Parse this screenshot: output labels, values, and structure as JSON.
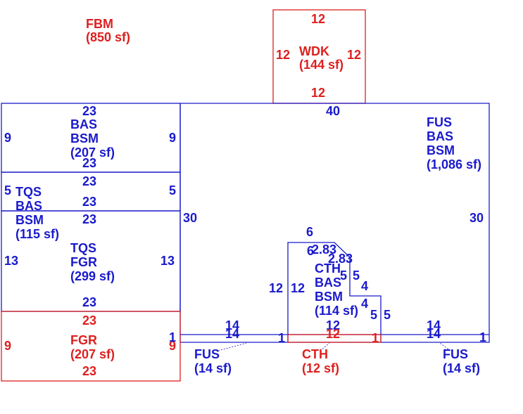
{
  "colors": {
    "blue": "#1a1acc",
    "red": "#dd2020",
    "background": "#ffffff"
  },
  "areas": {
    "fbm": {
      "code": "FBM",
      "area": "(850 sf)"
    },
    "wdk": {
      "code": "WDK",
      "area": "(144 sf)"
    },
    "bas_upper": {
      "code1": "BAS",
      "code2": "BSM",
      "area": "(207 sf)"
    },
    "tqs_bas": {
      "code1": "TQS",
      "code2": "BAS",
      "code3": "BSM",
      "area": "(115 sf)"
    },
    "tqs_fgr": {
      "code1": "TQS",
      "code2": "FGR",
      "area": "(299 sf)"
    },
    "fgr": {
      "code": "FGR",
      "area": "(207 sf)"
    },
    "fus_main": {
      "code1": "FUS",
      "code2": "BAS",
      "code3": "BSM",
      "area": "(1,086 sf)"
    },
    "cth_bas": {
      "code1": "CTH",
      "code2": "BAS",
      "code3": "BSM",
      "area": "(114 sf)"
    },
    "fus_left": {
      "code": "FUS",
      "area": "(14 sf)"
    },
    "cth_small": {
      "code": "CTH",
      "area": "(12 sf)"
    },
    "fus_right": {
      "code": "FUS",
      "area": "(14 sf)"
    }
  },
  "dimensions": {
    "wdk": {
      "top": "12",
      "left": "12",
      "right": "12",
      "bottom": "12"
    },
    "bas_upper": {
      "top": "23",
      "left": "9",
      "right": "9",
      "bottom": "23"
    },
    "tqs_bas": {
      "top": "23",
      "left": "5",
      "right": "5",
      "bottom": "23"
    },
    "tqs_fgr": {
      "top": "23",
      "left": "13",
      "right": "13",
      "bottom": "23"
    },
    "fgr": {
      "top": "23",
      "left": "9",
      "right": "9",
      "bottom": "23"
    },
    "fus_main": {
      "top": "40",
      "left": "30",
      "right": "30"
    },
    "cth_bas": {
      "top": "6",
      "diag_a": "2.83",
      "diag_b": "2.83",
      "inner_6": "6",
      "seg_5a": "5",
      "seg_5b": "5",
      "seg_4a": "4",
      "seg_4b": "4",
      "seg_5c": "5",
      "seg_5d": "5",
      "left_outer": "12",
      "left_inner": "12",
      "bottom_blue": "12",
      "bottom_red": "12"
    },
    "strip_left": {
      "top": "14",
      "bottom": "14",
      "end_left": "1",
      "end_right": "1"
    },
    "strip_right": {
      "top": "14",
      "bottom": "14",
      "end_right": "1"
    },
    "cth_strip": {
      "end_right": "1"
    }
  }
}
